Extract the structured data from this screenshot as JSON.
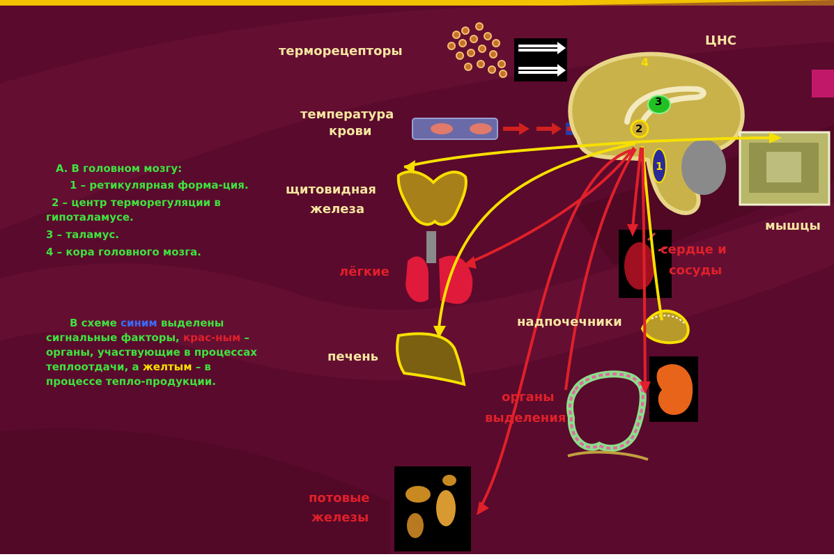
{
  "labels": {
    "thermoreceptors": "терморецепторы",
    "blood_temp_line1": "температура",
    "blood_temp_line2": "крови",
    "cns": "ЦНС",
    "thyroid_line1": "щитовидная",
    "thyroid_line2": "железа",
    "lungs": "лёгкие",
    "liver": "печень",
    "heart_line1": "сердце и",
    "heart_line2": "сосуды",
    "adrenals": "надпочечники",
    "excretory_line1": "органы",
    "excretory_line2": "выделения",
    "sweat_line1": "потовые",
    "sweat_line2": "железы",
    "muscles": "мышцы"
  },
  "brain_numbers": [
    "1",
    "2",
    "3",
    "4"
  ],
  "legend": {
    "heading": "А. В головном мозгу:",
    "item1": "1 – ретикулярная форма-ция.",
    "item2": "2 – центр терморегуляции в гипоталамусе.",
    "item3": "3 – таламус.",
    "item4": "4 – кора головного мозга.",
    "note_part1": "В схеме",
    "note_blue": "синим",
    "note_part2": "выделены сигнальные факторы,",
    "note_red": "крас-ным",
    "note_part3": "– органы, участвующие в процессах теплоотдачи, а",
    "note_yellow": "желтым",
    "note_part4": "– в процессе тепло-продукции."
  },
  "colors": {
    "background": "#5a0a2c",
    "top_bar": "#f2c200",
    "legend_text": "#3fe23f",
    "signal_blue": "#3a6cff",
    "heat_loss_red": "#e0202a",
    "heat_production_yellow": "#f7e000",
    "label_cream": "#f5e6a0"
  }
}
